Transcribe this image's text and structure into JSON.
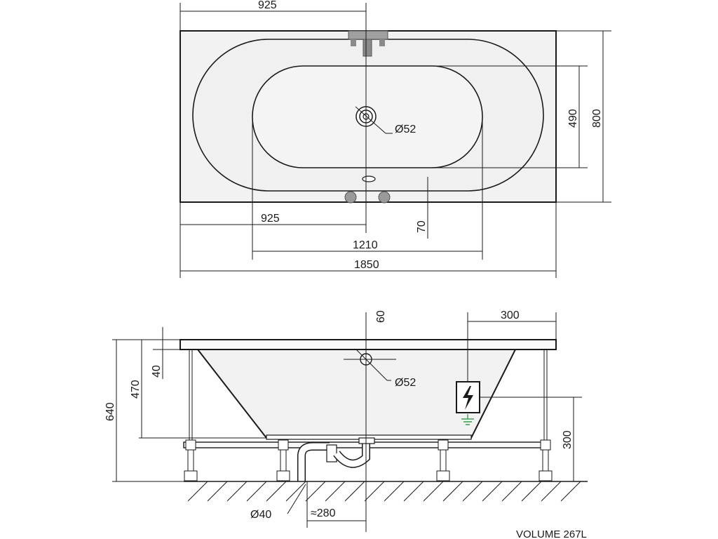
{
  "top_view": {
    "dims": {
      "half_length_top": "925",
      "half_length_bottom": "925",
      "inner_length": "1210",
      "total_length": "1850",
      "inner_width": "490",
      "total_width": "800",
      "overflow_offset": "70",
      "drain_diameter": "Ø52"
    }
  },
  "side_view": {
    "dims": {
      "rim_height": "60",
      "faucet_offset": "300",
      "rim_thickness": "40",
      "tub_depth": "470",
      "total_height": "640",
      "socket_height": "300",
      "overflow_diameter": "Ø52",
      "waste_diameter": "Ø40",
      "waste_offset": "≈280"
    },
    "volume": "VOLUME 267L"
  },
  "colors": {
    "line": "#1a1a1a",
    "tub_fill": "#f2f2f2",
    "rim_fill": "#fafafa",
    "fitting_gray": "#9a9a9a",
    "ground_symbol": "#3aa64a"
  }
}
